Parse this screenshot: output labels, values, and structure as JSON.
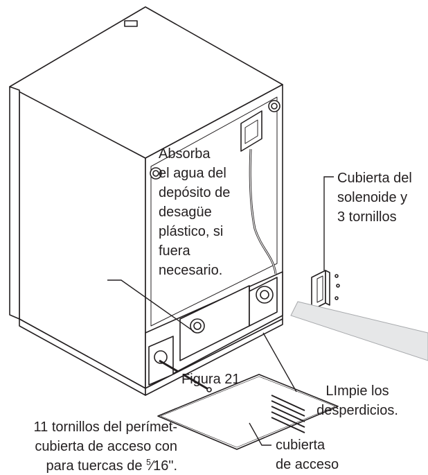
{
  "figure_caption": "Figura 21",
  "callouts": {
    "absorb_water": [
      "Absorba",
      "el agua del",
      "depósito de",
      "desagüe",
      "plástico, si",
      "fuera",
      "necesario."
    ],
    "solenoid_cover": [
      "Cubierta del",
      "solenoide y",
      "3 tornillos"
    ],
    "clean_debris": [
      "LImpie los",
      "desperdicios."
    ],
    "access_cover": [
      "cubierta",
      "de acceso"
    ],
    "perimeter_screws": {
      "line1": "11 tornillos del perímet-",
      "line2": "cubierta de acceso con",
      "line3_prefix": "para tuercas de ",
      "fraction_num": "5",
      "fraction_den": "16\"."
    }
  },
  "colors": {
    "line": "#231f20",
    "fill": "#ffffff",
    "shade": "#e6e7e8"
  }
}
